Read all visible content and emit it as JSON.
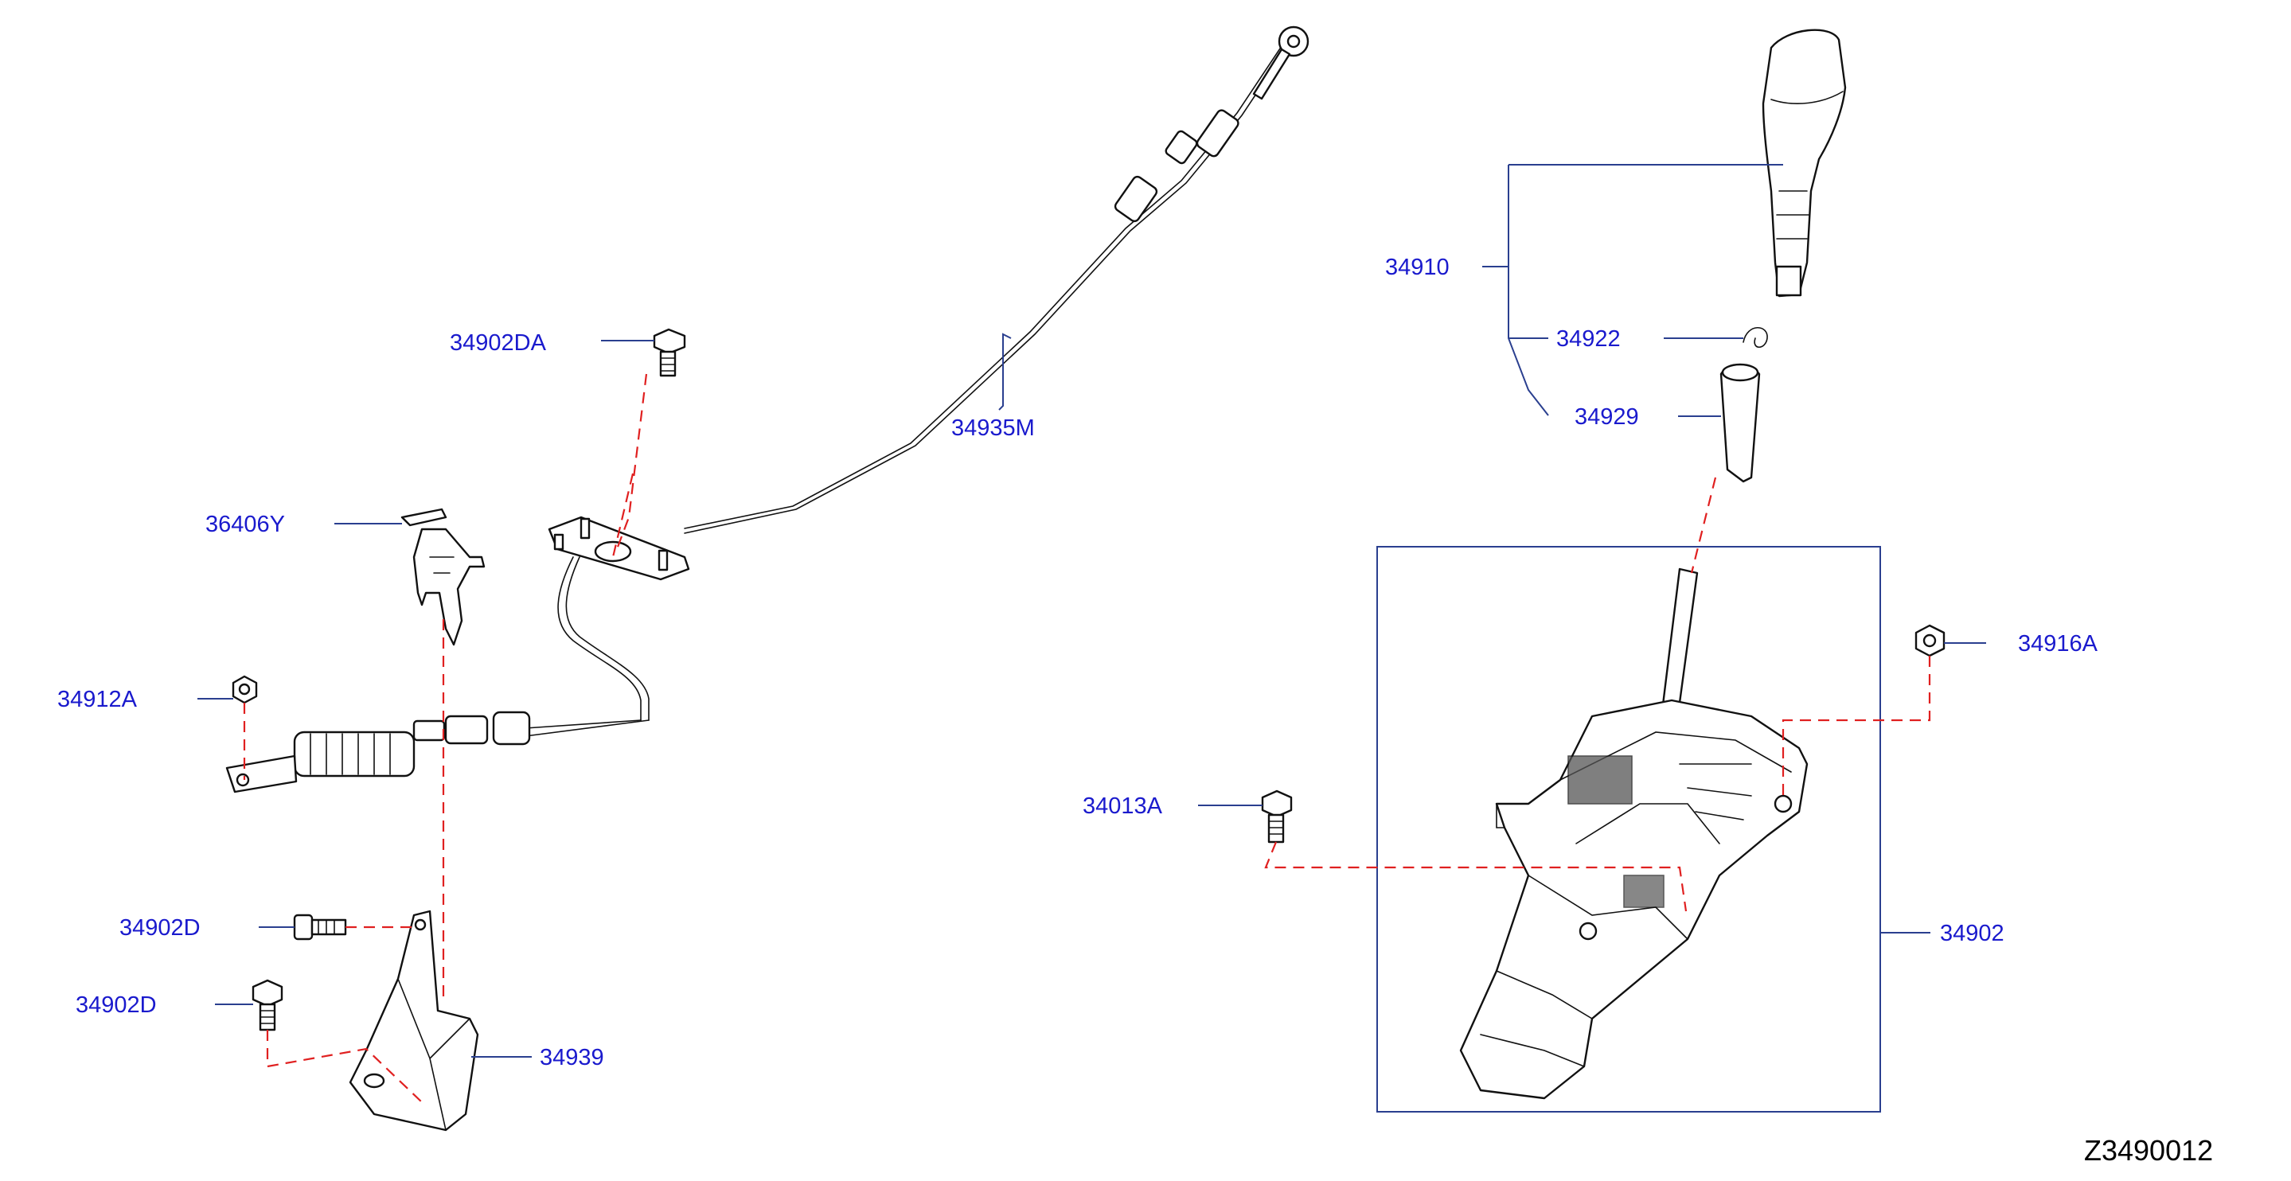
{
  "diagram": {
    "id": "Z3490012",
    "labels": {
      "p34902DA": "34902DA",
      "p34935M": "34935M",
      "p36406Y": "36406Y",
      "p34912A": "34912A",
      "p34902D_upper": "34902D",
      "p34902D_lower": "34902D",
      "p34939": "34939",
      "p34910": "34910",
      "p34922": "34922",
      "p34929": "34929",
      "p34916A": "34916A",
      "p34013A": "34013A",
      "p34902": "34902"
    }
  }
}
